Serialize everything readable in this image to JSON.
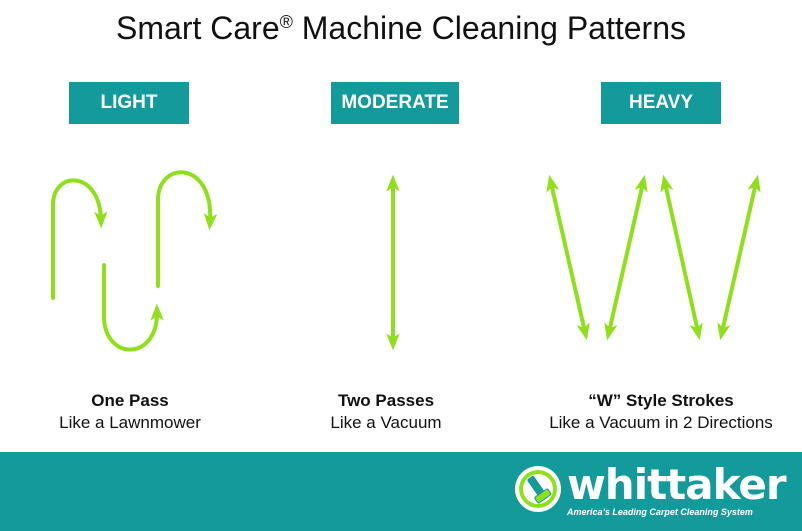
{
  "title": {
    "main": "Smart Care",
    "mark": "®",
    "rest": " Machine Cleaning Patterns"
  },
  "patterns": [
    {
      "badge": "LIGHT",
      "caption": "One Pass",
      "subcaption": "Like a Lawnmower"
    },
    {
      "badge": "MODERATE",
      "caption": "Two Passes",
      "subcaption": "Like a Vacuum"
    },
    {
      "badge": "HEAVY",
      "caption": "“W” Style Strokes",
      "subcaption": "Like a Vacuum in 2 Directions"
    }
  ],
  "footer": {
    "brand": "whittaker",
    "tagline": "America’s Leading Carpet Cleaning System"
  },
  "colors": {
    "teal": "#139a9a",
    "arrow_green": "#8fe01a",
    "text": "#111111"
  }
}
